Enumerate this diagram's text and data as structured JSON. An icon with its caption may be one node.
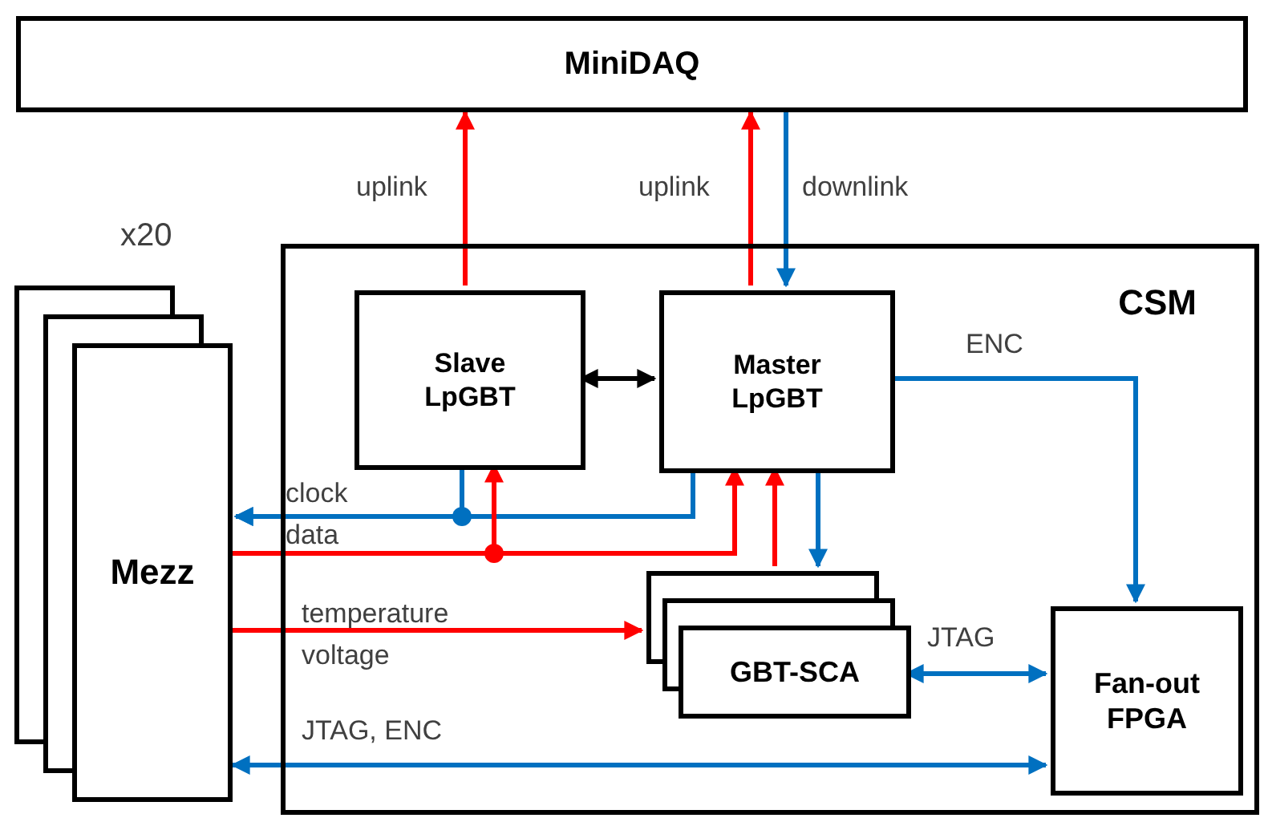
{
  "diagram": {
    "nodes": [
      {
        "text": [
          "MiniDAQ"
        ]
      },
      {
        "text": [
          "Mezz"
        ],
        "beside": [
          "x20"
        ]
      },
      {
        "text": [
          "CSM"
        ]
      },
      {
        "text": [
          "Slave LpGBT"
        ],
        "in": 2
      },
      {
        "text": [
          "Master LpGBT"
        ],
        "in": 2
      },
      {
        "text": [
          "GBT-SCA"
        ],
        "in": 2
      },
      {
        "text": [
          "Fan-out FPGA"
        ],
        "in": 2
      }
    ],
    "edges": [
      {
        "from": 3,
        "to": 0,
        "arrow": "to",
        "label": "uplink",
        "color": "#ff0000"
      },
      {
        "from": 4,
        "to": 0,
        "arrow": "to",
        "label": "uplink",
        "color": "#ff0000"
      },
      {
        "from": 0,
        "to": 4,
        "arrow": "to",
        "label": "downlink",
        "color": "#0070c0"
      },
      {
        "from": 3,
        "to": 4,
        "arrow": "both",
        "color": "#000000"
      },
      {
        "from": 4,
        "to": 6,
        "arrow": "to",
        "label": "ENC",
        "color": "#0070c0"
      },
      {
        "from": 3,
        "to": 1,
        "arrow": "to",
        "color": "#0070c0"
      },
      {
        "from": 4,
        "to": 1,
        "arrow": "to",
        "label": "clock",
        "color": "#0070c0"
      },
      {
        "from": 1,
        "to": 3,
        "arrow": "to",
        "color": "#ff0000"
      },
      {
        "from": 1,
        "to": 4,
        "arrow": "to",
        "label": "data",
        "color": "#ff0000"
      },
      {
        "from": 5,
        "to": 4,
        "arrow": "to",
        "color": "#ff0000"
      },
      {
        "from": 4,
        "to": 5,
        "arrow": "to",
        "color": "#0070c0"
      },
      {
        "from": 1,
        "to": 5,
        "arrow": "to",
        "label": "temperature voltage",
        "color": "#ff0000"
      },
      {
        "from": 5,
        "to": 6,
        "arrow": "both",
        "label": "JTAG",
        "color": "#0070c0"
      },
      {
        "from": 1,
        "to": 6,
        "arrow": "both",
        "label": "JTAG, ENC",
        "color": "#0070c0"
      }
    ]
  }
}
